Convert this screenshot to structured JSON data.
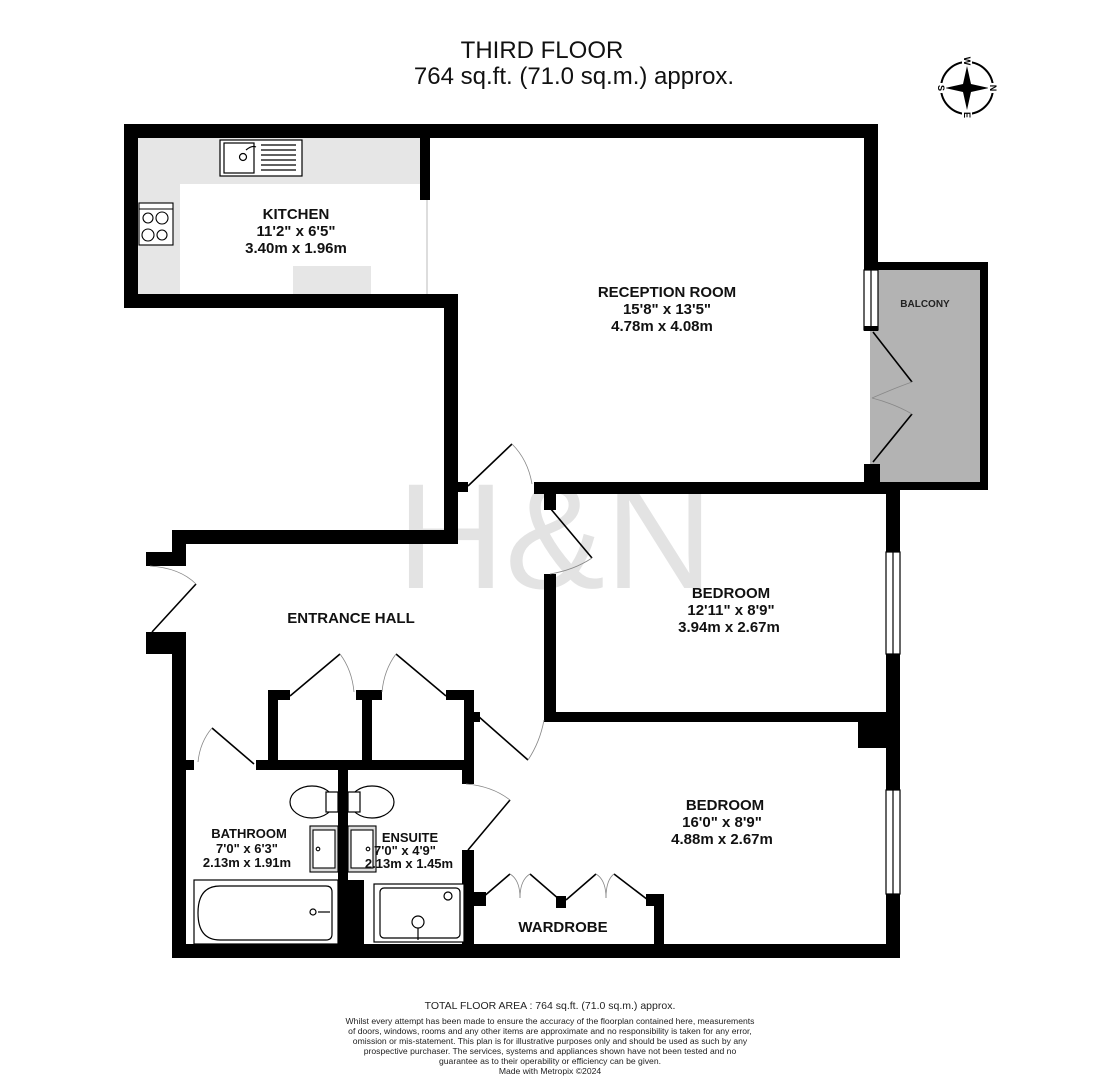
{
  "header": {
    "title": "THIRD FLOOR",
    "area": "764 sq.ft. (71.0 sq.m.) approx."
  },
  "compass": {
    "icon": "compass-rose-icon",
    "labels": {
      "top": "W",
      "right": "N",
      "bottom": "E",
      "left": "S"
    }
  },
  "watermark": "H&N",
  "rooms": {
    "kitchen": {
      "name": "KITCHEN",
      "imperial": "11'2\"  x 6'5\"",
      "metric": "3.40m  x 1.96m"
    },
    "reception": {
      "name": "RECEPTION ROOM",
      "imperial": "15'8\"  x 13'5\"",
      "metric": "4.78m  x 4.08m"
    },
    "balcony": {
      "name": "BALCONY"
    },
    "bedroom1": {
      "name": "BEDROOM",
      "imperial": "12'11\"  x 8'9\"",
      "metric": "3.94m  x 2.67m"
    },
    "entrance": {
      "name": "ENTRANCE HALL"
    },
    "bedroom2": {
      "name": "BEDROOM",
      "imperial": "16'0\"  x 8'9\"",
      "metric": "4.88m  x 2.67m"
    },
    "bathroom": {
      "name": "BATHROOM",
      "imperial": "7'0\"  x 6'3\"",
      "metric": "2.13m  x 1.91m"
    },
    "ensuite": {
      "name": "ENSUITE",
      "imperial": "7'0\"  x 4'9\"",
      "metric": "2.13m  x 1.45m"
    },
    "wardrobe": {
      "name": "WARDROBE"
    }
  },
  "colors": {
    "wall": "#000000",
    "counter": "#e6e6e6",
    "balcony": "#b3b3b3",
    "watermark": "#e3e3e3"
  },
  "footer": {
    "total": "TOTAL FLOOR AREA : 764 sq.ft. (71.0 sq.m.) approx.",
    "disclaimer": "Whilst every attempt has been made to ensure the accuracy of the floorplan contained here, measurements of doors, windows, rooms and any other items are approximate and no responsibility is taken for any error, omission or mis-statement. This plan is for illustrative purposes only and should be used as such by any prospective purchaser. The services, systems and appliances shown have not been tested and no guarantee as to their operability or efficiency can be given.",
    "made_with": "Made with Metropix ©2024"
  }
}
